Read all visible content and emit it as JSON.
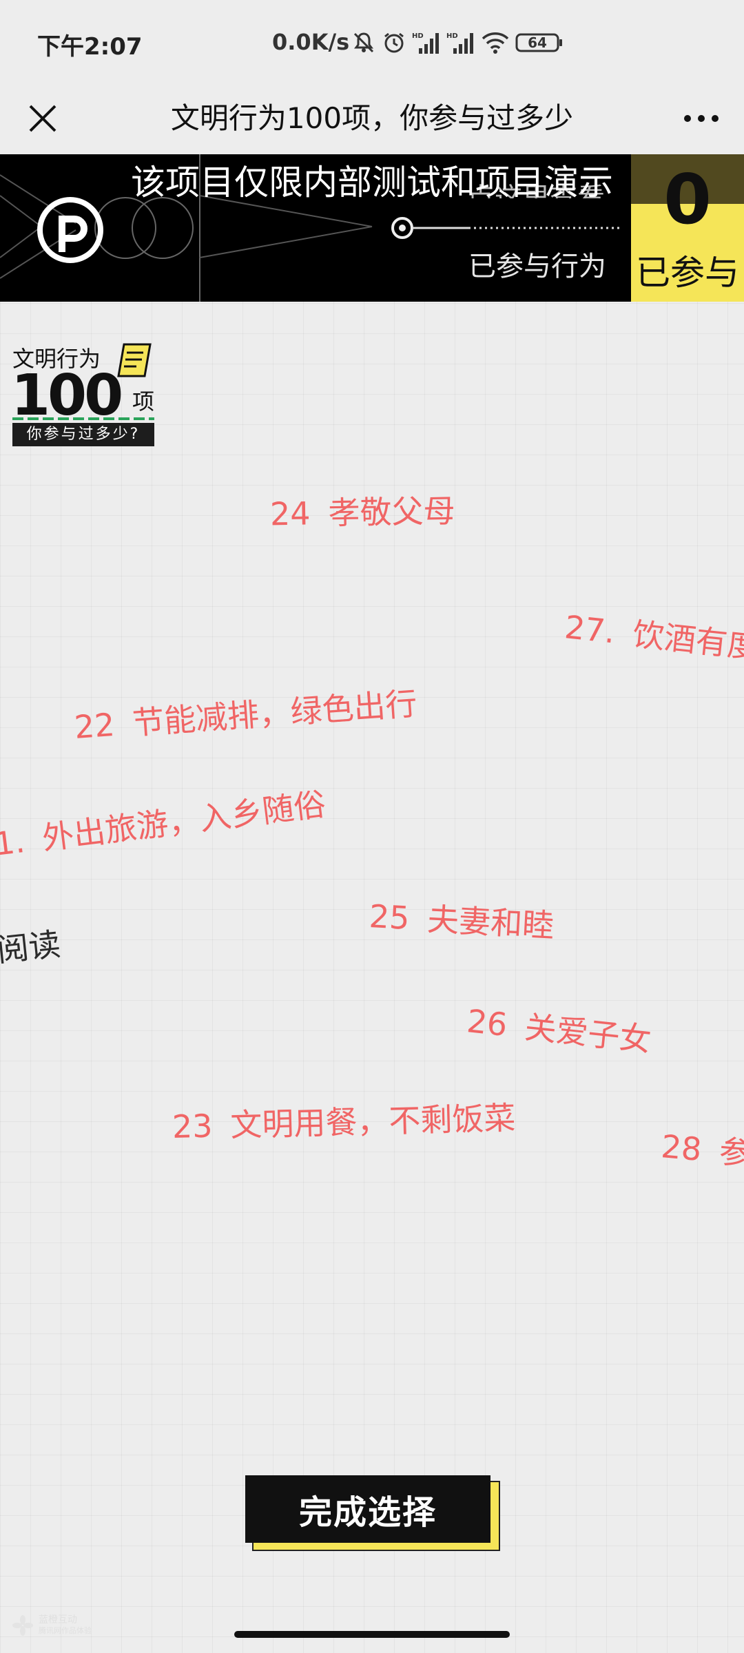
{
  "status_bar": {
    "time": "下午2:07",
    "network_speed": "0.0K/s",
    "battery": "64",
    "icons": [
      "bell-muted-icon",
      "alarm-icon",
      "hd-signal-icon",
      "hd-signal-icon",
      "wifi-icon",
      "battery-icon"
    ]
  },
  "title_bar": {
    "title": "文明行为100项，你参与过多少"
  },
  "banner": {
    "notice": "该项目仅限内部测试和项目演示",
    "peek_text": "点这里查看",
    "joined_link": "已参与行为",
    "count": "0",
    "count_label": "已参与",
    "colors": {
      "background": "#000000",
      "counter_bg": "#f5e558",
      "counter_top": "#51491f"
    }
  },
  "logo": {
    "top": "文明行为",
    "number": "100",
    "unit": "项",
    "subtitle": "你参与过多少?"
  },
  "items": [
    {
      "num": "24",
      "label": "孝敬父母"
    },
    {
      "num": "27.",
      "label": "饮酒有度"
    },
    {
      "num": "22",
      "label": "节能减排，绿色出行"
    },
    {
      "num": "1.",
      "label": "外出旅游，入乡随俗"
    },
    {
      "num": "25",
      "label": "夫妻和睦"
    },
    {
      "num": "",
      "label": "阅读"
    },
    {
      "num": "26",
      "label": "关爱子女"
    },
    {
      "num": "23",
      "label": "文明用餐，不剩饭菜"
    },
    {
      "num": "28",
      "label": "参"
    }
  ],
  "finish_button": {
    "label": "完成选择"
  },
  "footer": {
    "brand": "蓝橙互动",
    "tagline": "腾讯网作品体验"
  },
  "colors": {
    "item_text": "#f06565",
    "page_bg": "#ededed",
    "button_bg": "#111111",
    "button_shadow": "#f5e558"
  }
}
